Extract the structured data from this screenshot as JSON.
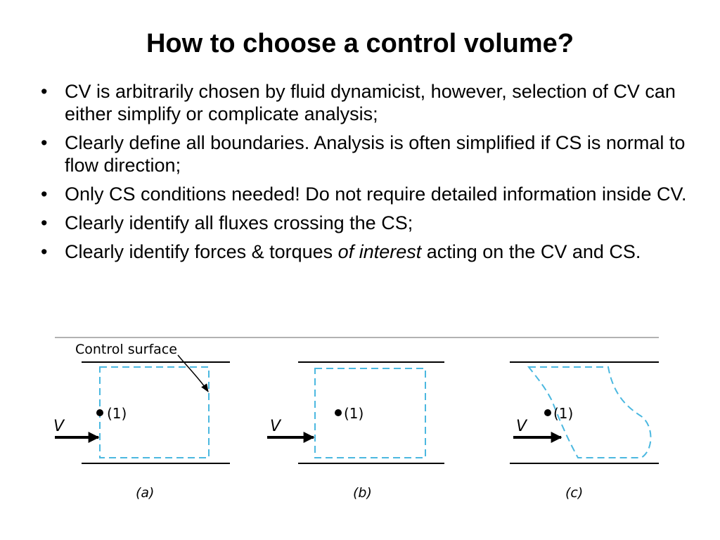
{
  "slide": {
    "title": "How to choose a control volume?",
    "bullet_symbol": "•",
    "bullets": [
      {
        "text": "CV is arbitrarily chosen by fluid dynamicist, however, selection of CV can either simplify or complicate analysis;"
      },
      {
        "text": "Clearly define all boundaries. Analysis is often simplified if CS is normal to flow direction;"
      },
      {
        "text": "Only CS conditions needed! Do not require detailed information inside CV."
      },
      {
        "text": "Clearly identify all fluxes crossing the CS;"
      },
      {
        "text_before": "Clearly identify forces & torques ",
        "text_italic": "of interest",
        "text_after": " acting on the CV and CS."
      }
    ]
  },
  "figure": {
    "callout_label": "Control surface",
    "point_label": "(1)",
    "velocity_label": "V",
    "panel_labels": [
      "(a)",
      "(b)",
      "(c)"
    ],
    "colors": {
      "control_surface": "#4bb8e0",
      "lines": "#000000"
    }
  }
}
